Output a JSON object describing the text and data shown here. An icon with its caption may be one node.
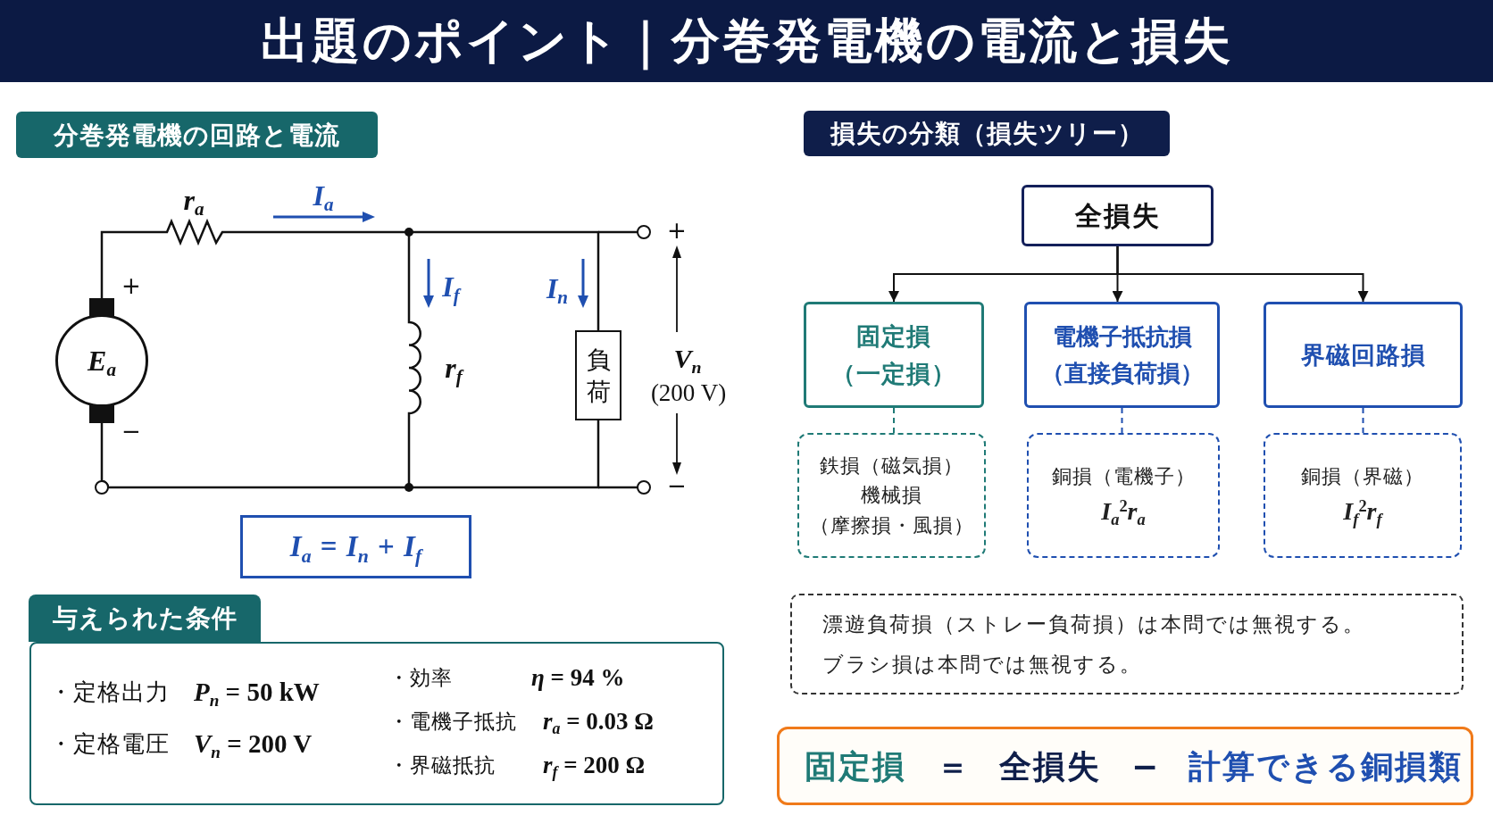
{
  "diagram": {
    "title": "出題のポイント｜分巻発電機の電流と損失",
    "nodes": [
      {
        "text": [
          "分巻発電機の回路と電流"
        ]
      },
      {
        "text": [
          "*E*$_{a}$"
        ],
        "beside": [
          "+",
          "−"
        ]
      },
      {
        "text": [
          "負荷"
        ]
      },
      {
        "text": [
          "*I*$_{a}$ = *I*$_{n}$ + *I*$_{f}$"
        ]
      },
      {
        "text": [
          "与えられた条件"
        ]
      },
      {
        "text": [
          "・定格出力",
          "*P*$_{n}$ = 50 kW",
          "・定格電圧",
          "*V*$_{n}$ = 200 V",
          "・効率",
          "*η* = 94 %",
          "・電機子抵抗",
          "*r*$_{a}$ = 0.03 Ω",
          "・界磁抵抗",
          "*r*$_{f}$ = 200 Ω"
        ]
      },
      {
        "text": [
          "損失の分類（損失ツリー）"
        ]
      },
      {
        "text": [
          "全損失"
        ]
      },
      {
        "text": [
          "固定損",
          "（一定損）"
        ]
      },
      {
        "text": [
          "電機子抵抗損",
          "（直接負荷損）"
        ]
      },
      {
        "text": [
          "界磁回路損"
        ]
      },
      {
        "text": [
          "鉄損（磁気損）",
          "機械損",
          "（摩擦損・風損）"
        ]
      },
      {
        "text": [
          "銅損（電機子）",
          "*I*$_{a}$$^{2}$*r*$_{a}$"
        ]
      },
      {
        "text": [
          "銅損（界磁）",
          "*I*$_{f}$$^{2}$*r*$_{f}$"
        ]
      },
      {
        "text": [
          "漂遊負荷損（ストレー負荷損）は本問では無視する。",
          "ブラシ損は本問では無視する。"
        ]
      },
      {
        "text": [
          "固定損",
          "＝",
          "全損失",
          "−",
          "計算できる銅損類"
        ]
      }
    ],
    "edges": [
      {
        "from": 7,
        "to": 8,
        "arrow": "to"
      },
      {
        "from": 7,
        "to": 9,
        "arrow": "to"
      },
      {
        "from": 7,
        "to": 10,
        "arrow": "to"
      },
      {
        "from": 8,
        "to": 11,
        "arrow": "none",
        "style": "dashed",
        "color": "#1f7a76"
      },
      {
        "from": 9,
        "to": 12,
        "arrow": "none",
        "style": "dashed",
        "color": "#1f4fb0"
      },
      {
        "from": 10,
        "to": 13,
        "arrow": "none",
        "style": "dashed",
        "color": "#1f4fb0"
      },
      {
        "from": 1,
        "to": 2,
        "arrow": "none"
      },
      {
        "from": 1,
        "to": 2,
        "arrow": "none"
      }
    ],
    "labels": [
      "*r*$_{a}$",
      "*I*$_{a}$",
      "+",
      "*I*$_{f}$",
      "*I*$_{n}$",
      "*r*$_{f}$",
      "*V*$_{n}$",
      "(200 V)",
      "−"
    ]
  }
}
